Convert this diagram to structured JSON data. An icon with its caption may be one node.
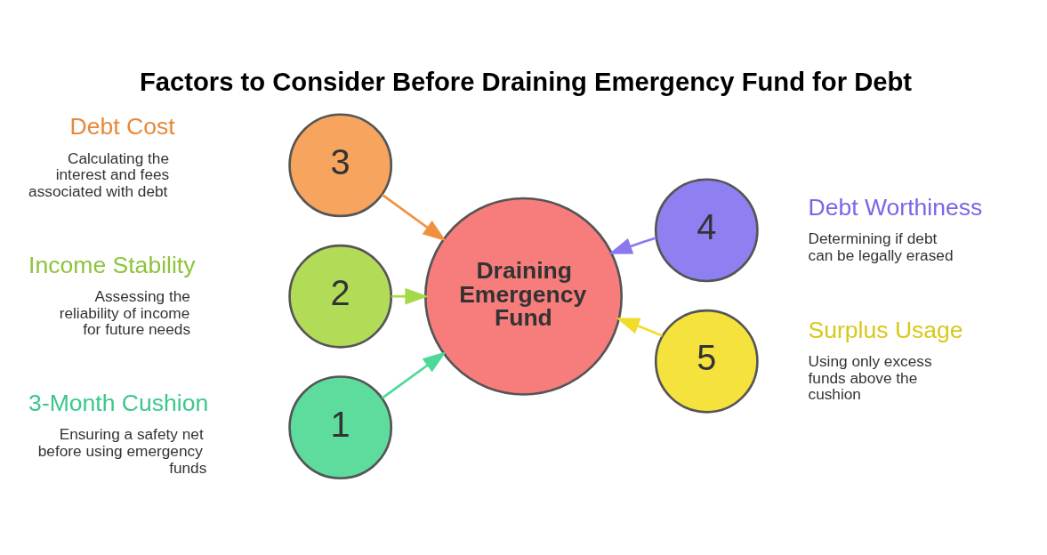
{
  "diagram": {
    "title": "Factors to Consider Before Draining Emergency Fund for Debt",
    "nodes": [
      {
        "text": [
          "3"
        ],
        "beside": [
          "Debt Cost",
          "Calculating the interest and fees associated with debt"
        ]
      },
      {
        "text": [
          "2"
        ],
        "beside": [
          "Income Stability",
          "Assessing the reliability of income for future needs"
        ]
      },
      {
        "text": [
          "1"
        ],
        "beside": [
          "3-Month Cushion",
          "Ensuring a safety net before using emergency funds"
        ]
      },
      {
        "text": [
          "Draining Emergency Fund"
        ]
      },
      {
        "text": [
          "4"
        ],
        "beside": [
          "Debt Worthiness",
          "Determining if debt can be legally erased"
        ]
      },
      {
        "text": [
          "5"
        ],
        "beside": [
          "Surplus Usage",
          "Using only excess funds above the cushion"
        ]
      }
    ],
    "edges": [
      {
        "from": 0,
        "to": 3,
        "arrow": "to",
        "color": "#f0913f"
      },
      {
        "from": 1,
        "to": 3,
        "arrow": "to",
        "color": "#a6d94a"
      },
      {
        "from": 2,
        "to": 3,
        "arrow": "to",
        "color": "#4ed89a"
      },
      {
        "from": 4,
        "to": 3,
        "arrow": "to",
        "color": "#8a78f0"
      },
      {
        "from": 5,
        "to": 3,
        "arrow": "to",
        "color": "#f2dc2a"
      }
    ]
  }
}
